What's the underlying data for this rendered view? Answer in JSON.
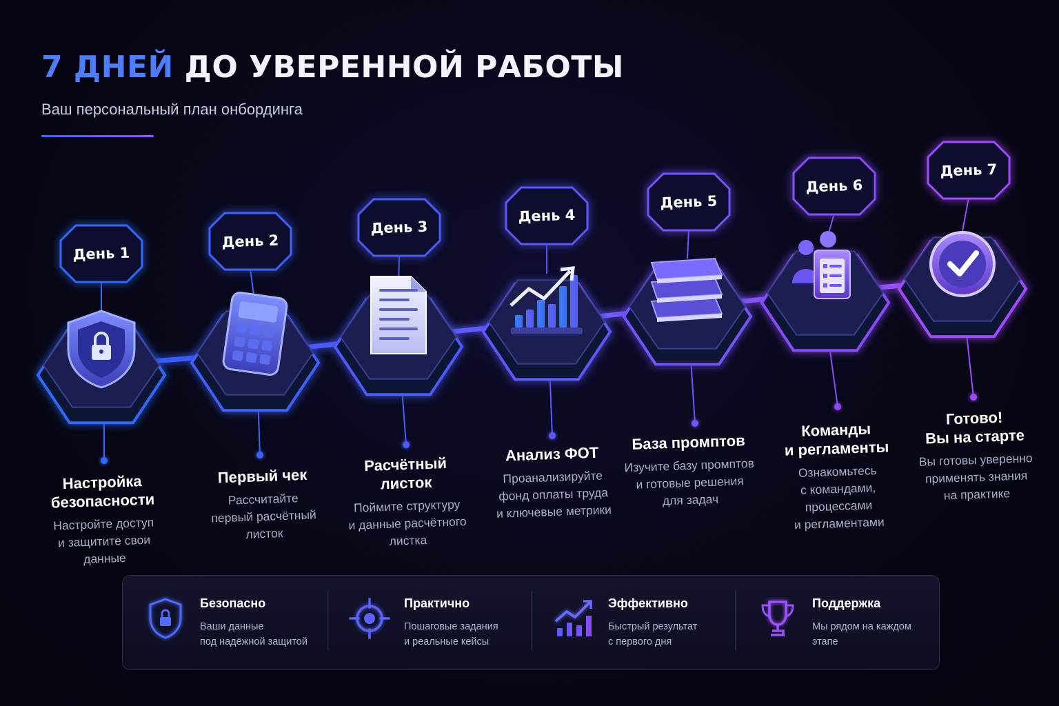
{
  "header": {
    "title_accent": "7 ДНЕЙ",
    "title_rest": "ДО УВЕРЕННОЙ РАБОТЫ",
    "subtitle": "Ваш персональный план онбординга"
  },
  "colors": {
    "accent_blue": "#3a6cff",
    "accent_purple": "#9a52ff",
    "text_muted": "#a9adc8"
  },
  "days": [
    {
      "label": "День 1",
      "icon": "shield-lock-icon",
      "title": "Настройка\nбезопасности",
      "desc": "Настройте доступ\nи защитите свои\nданные"
    },
    {
      "label": "День 2",
      "icon": "calculator-icon",
      "title": "Первый чек",
      "desc": "Рассчитайте\nпервый расчётный\nлисток"
    },
    {
      "label": "День 3",
      "icon": "document-icon",
      "title": "Расчётный\nлисток",
      "desc": "Поймите структуру\nи данные расчётного\nлистка"
    },
    {
      "label": "День 4",
      "icon": "growth-chart-icon",
      "title": "Анализ ФОТ",
      "desc": "Проанализируйте\nфонд оплаты труда\nи ключевые метрики"
    },
    {
      "label": "День 5",
      "icon": "books-icon",
      "title": "База промптов",
      "desc": "Изучите базу промптов\nи готовые решения\nдля задач"
    },
    {
      "label": "День 6",
      "icon": "team-checklist-icon",
      "title": "Команды\nи регламенты",
      "desc": "Ознакомьтесь\nс командами,\nпроцессами\nи регламентами"
    },
    {
      "label": "День 7",
      "icon": "checkmark-icon",
      "title": "Готово!\nВы на старте",
      "desc": "Вы готовы уверенно\nприменять знания\nна практике"
    }
  ],
  "features": [
    {
      "icon": "shield-lock-icon",
      "title": "Безопасно",
      "desc": "Ваши данные\nпод надёжной защитой"
    },
    {
      "icon": "target-icon",
      "title": "Практично",
      "desc": "Пошаговые задания\nи реальные кейсы"
    },
    {
      "icon": "growth-chart-icon",
      "title": "Эффективно",
      "desc": "Быстрый результат\nс первого дня"
    },
    {
      "icon": "trophy-icon",
      "title": "Поддержка",
      "desc": "Мы рядом на каждом\nэтапе"
    }
  ]
}
